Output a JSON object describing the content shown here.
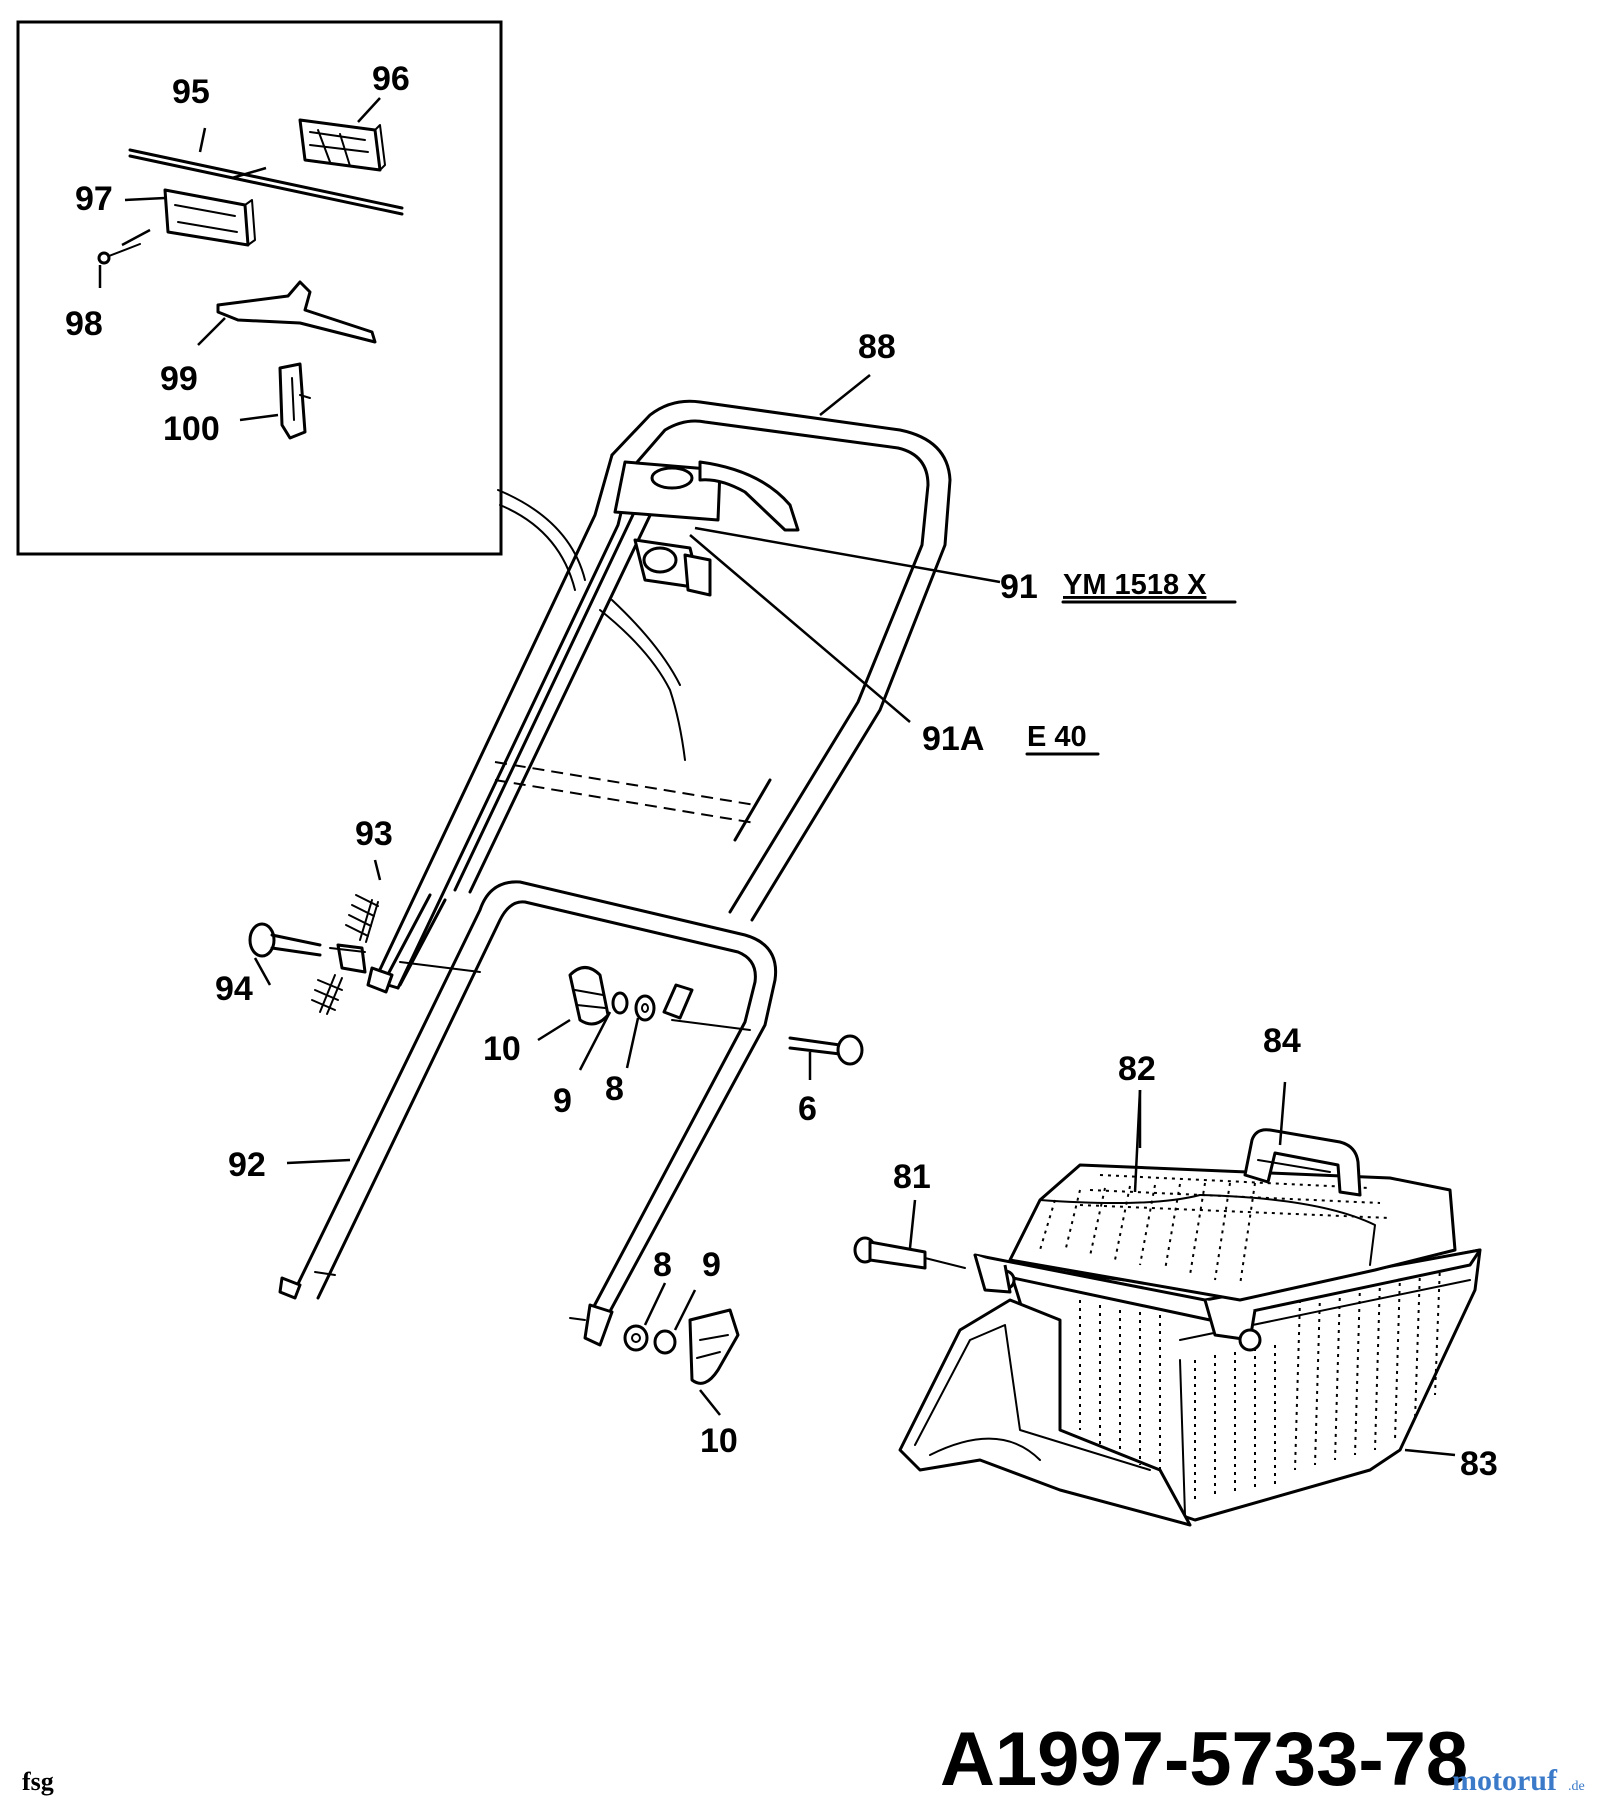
{
  "parts": {
    "p95": "95",
    "p96": "96",
    "p97": "97",
    "p98": "98",
    "p99": "99",
    "p100": "100",
    "p88": "88",
    "p91": "91",
    "p91a": "91A",
    "p93": "93",
    "p94": "94",
    "p10a": "10",
    "p9a": "9",
    "p8a": "8",
    "p6": "6",
    "p92": "92",
    "p82": "82",
    "p84": "84",
    "p81": "81",
    "p8b": "8",
    "p9b": "9",
    "p10b": "10",
    "p83": "83"
  },
  "models": {
    "m91": "YM 1518 X",
    "m91a": "E 40"
  },
  "drawing_number": "A1997-5733-78",
  "footer_code": "fsg",
  "watermark": {
    "brand": "motoruf",
    "tld": ".de"
  }
}
